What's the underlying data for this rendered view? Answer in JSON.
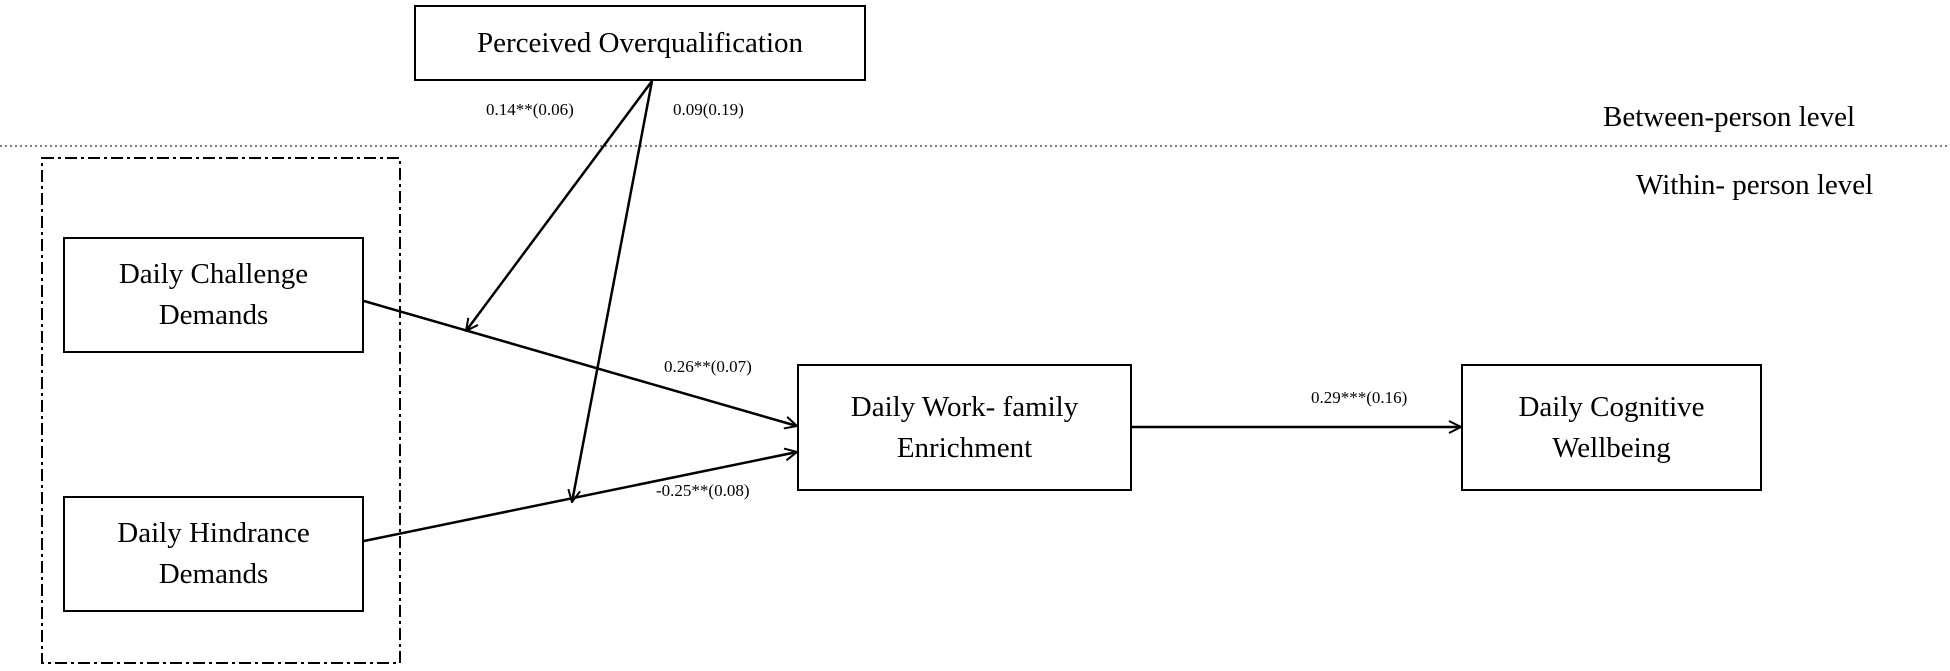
{
  "levels": {
    "between": "Between-person level",
    "within": "Within- person level"
  },
  "nodes": {
    "overqualification": "Perceived Overqualification",
    "challenge": "Daily Challenge\nDemands",
    "hindrance": "Daily Hindrance\nDemands",
    "enrichment": "Daily Work- family\nEnrichment",
    "wellbeing": "Daily Cognitive\nWellbeing"
  },
  "coefficients": {
    "overqual_challenge": "0.14**(0.06)",
    "overqual_hindrance": "0.09(0.19)",
    "challenge_enrichment": "0.26**(0.07)",
    "hindrance_enrichment": "-0.25**(0.08)",
    "enrichment_wellbeing": "0.29***(0.16)"
  }
}
